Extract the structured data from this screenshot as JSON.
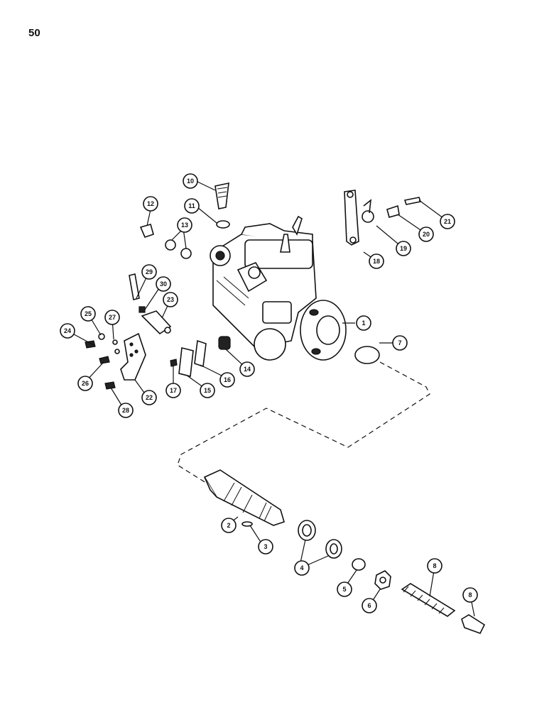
{
  "page": {
    "number": "50"
  },
  "callouts": [
    {
      "id": "c1",
      "label": "1"
    },
    {
      "id": "c2",
      "label": "2"
    },
    {
      "id": "c3",
      "label": "3"
    },
    {
      "id": "c4",
      "label": "4"
    },
    {
      "id": "c5",
      "label": "5"
    },
    {
      "id": "c6",
      "label": "6"
    },
    {
      "id": "c7",
      "label": "7"
    },
    {
      "id": "c8a",
      "label": "8"
    },
    {
      "id": "c8b",
      "label": "8"
    },
    {
      "id": "c10",
      "label": "10"
    },
    {
      "id": "c11",
      "label": "11"
    },
    {
      "id": "c12",
      "label": "12"
    },
    {
      "id": "c13",
      "label": "13"
    },
    {
      "id": "c14",
      "label": "14"
    },
    {
      "id": "c15",
      "label": "15"
    },
    {
      "id": "c16",
      "label": "16"
    },
    {
      "id": "c17",
      "label": "17"
    },
    {
      "id": "c18",
      "label": "18"
    },
    {
      "id": "c19",
      "label": "19"
    },
    {
      "id": "c20",
      "label": "20"
    },
    {
      "id": "c21",
      "label": "21"
    },
    {
      "id": "c22",
      "label": "22"
    },
    {
      "id": "c23",
      "label": "23"
    },
    {
      "id": "c24",
      "label": "24"
    },
    {
      "id": "c25",
      "label": "25"
    },
    {
      "id": "c26",
      "label": "26"
    },
    {
      "id": "c27",
      "label": "27"
    },
    {
      "id": "c28",
      "label": "28"
    },
    {
      "id": "c29",
      "label": "29"
    },
    {
      "id": "c30",
      "label": "30"
    }
  ]
}
